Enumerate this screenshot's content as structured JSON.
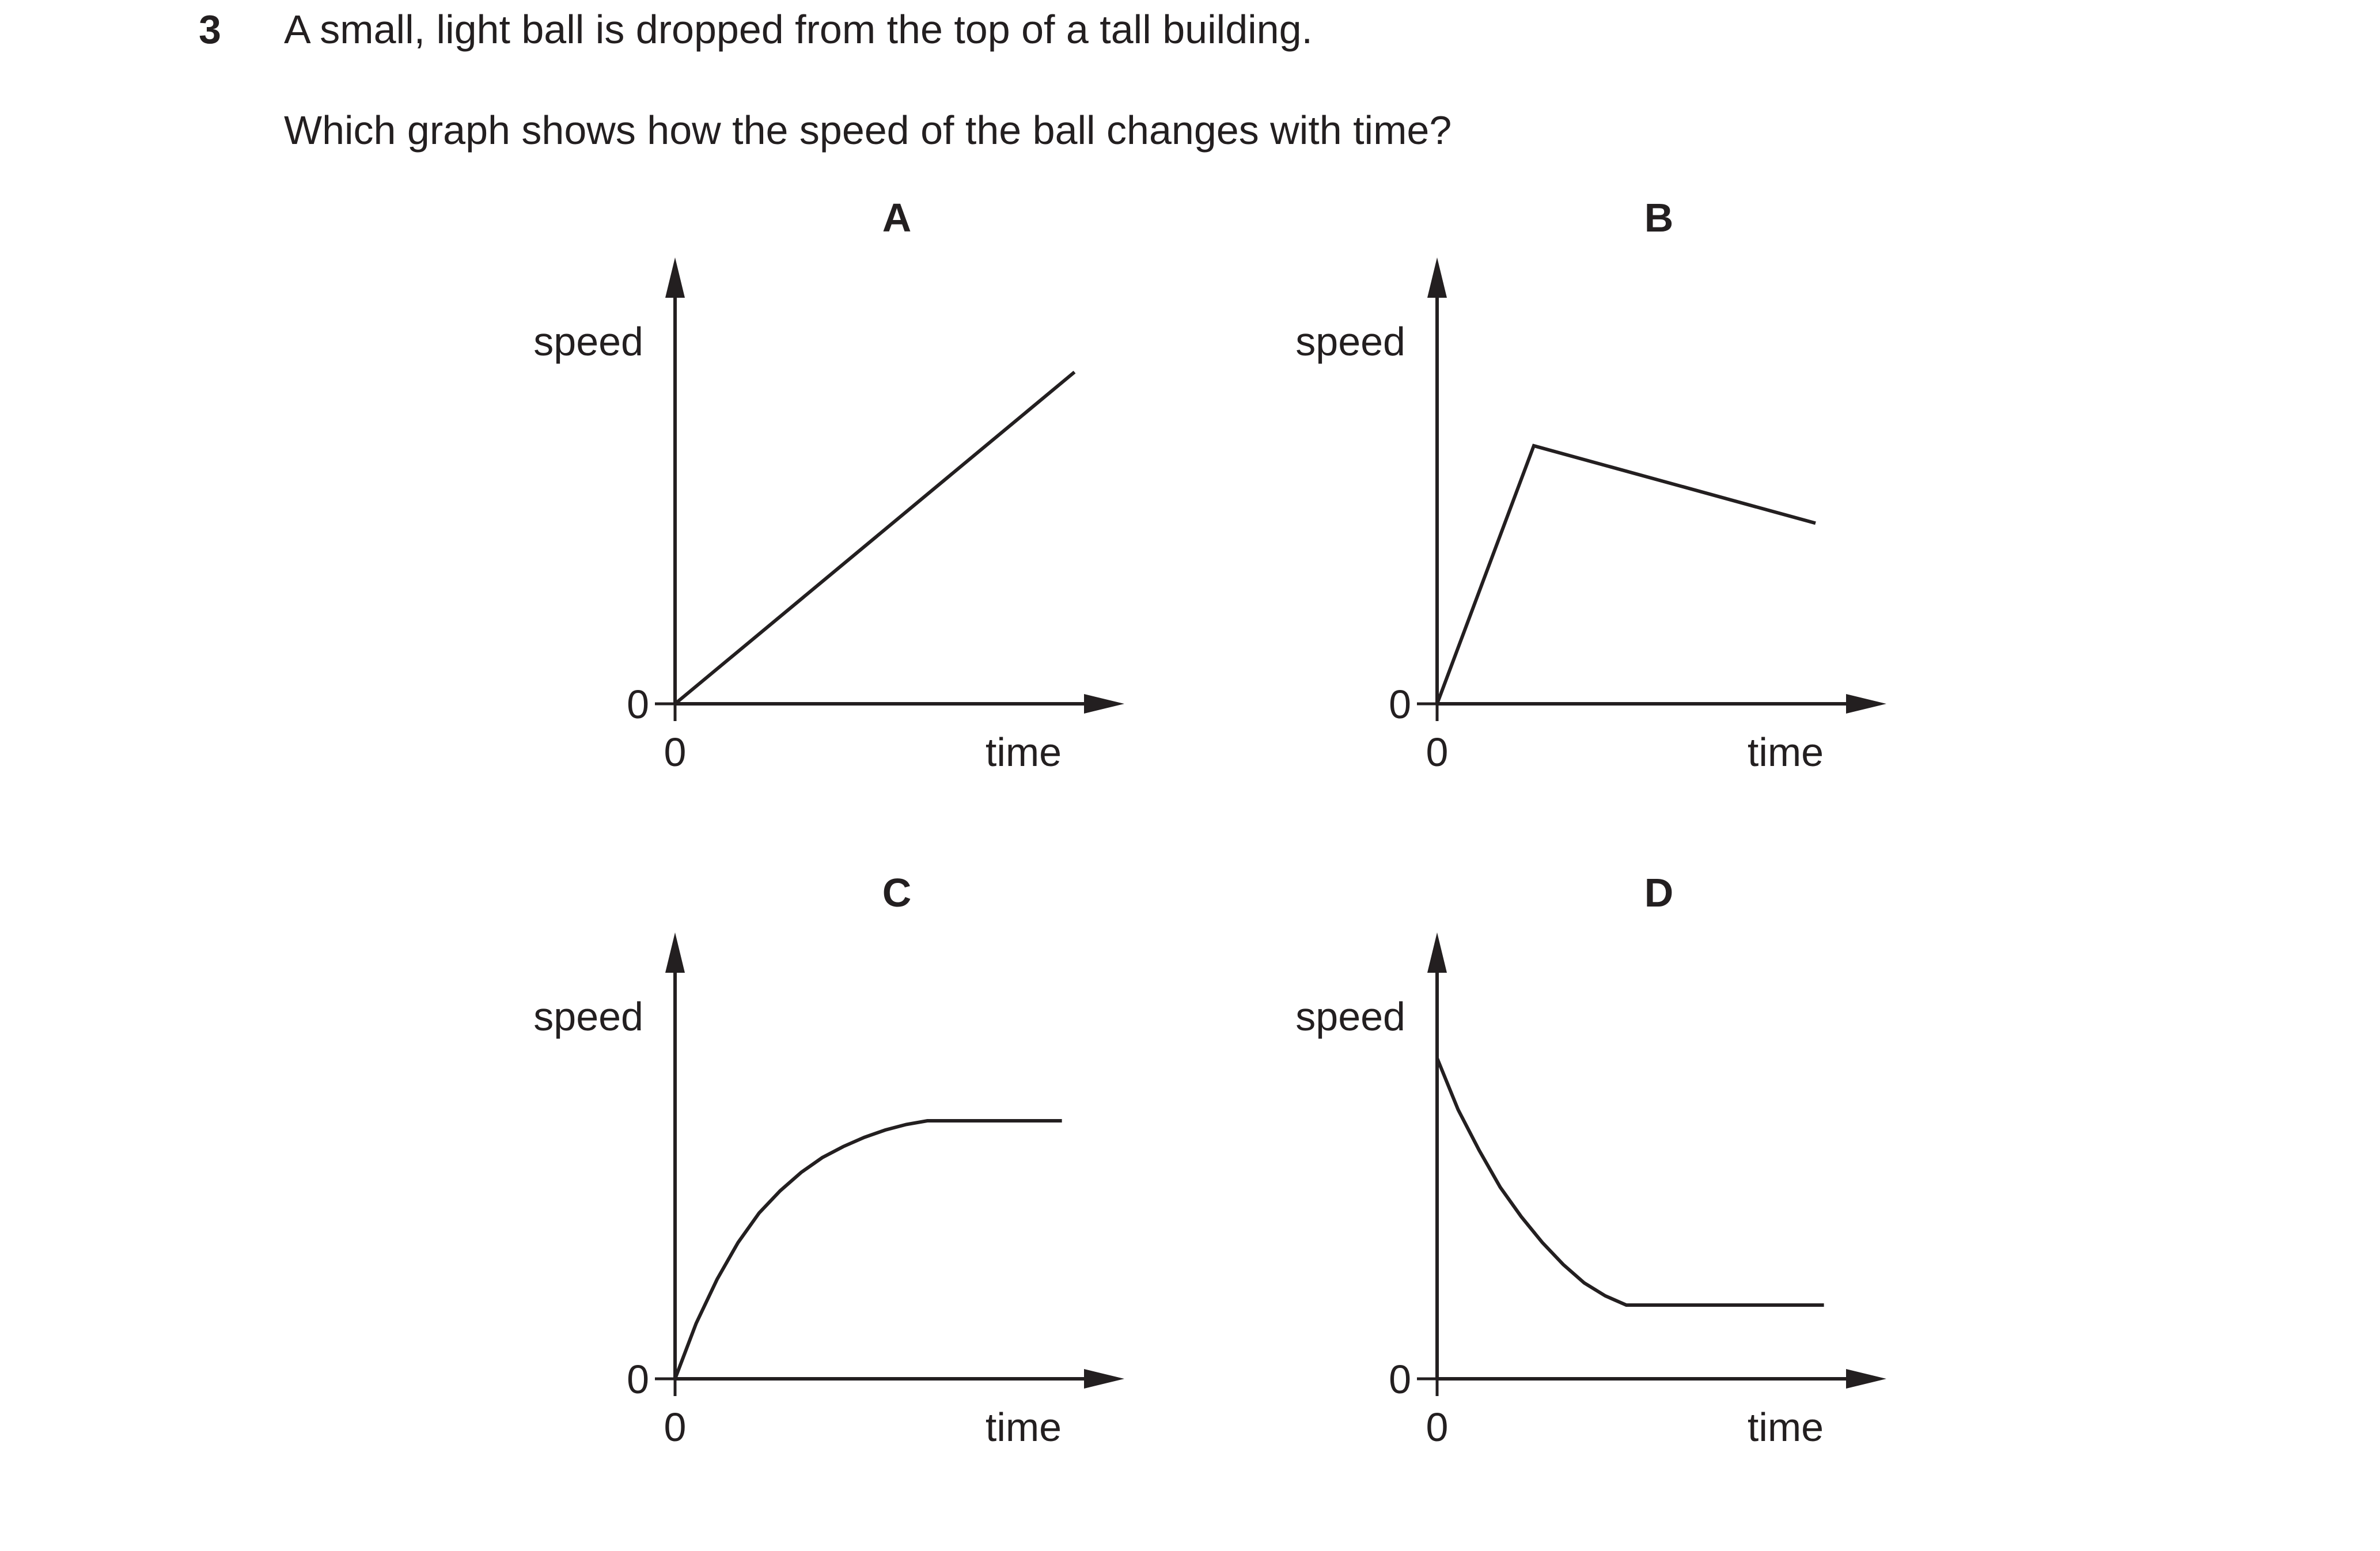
{
  "question": {
    "number": "3",
    "stem": "A small, light ball is dropped from the top of a tall building.",
    "prompt": "Which graph shows how the speed of the ball changes with time?"
  },
  "colors": {
    "ink": "#231f20",
    "background": "#ffffff"
  },
  "chart_data": [
    {
      "type": "line",
      "label": "A",
      "xlabel": "time",
      "ylabel": "speed",
      "x_origin_label": "0",
      "y_origin_label": "0",
      "xlim": [
        0,
        1
      ],
      "ylim": [
        0,
        1
      ],
      "grid": false,
      "series": [
        {
          "x": [
            0,
            0.95
          ],
          "y": [
            0,
            0.9
          ]
        }
      ]
    },
    {
      "type": "line",
      "label": "B",
      "xlabel": "time",
      "ylabel": "speed",
      "x_origin_label": "0",
      "y_origin_label": "0",
      "xlim": [
        0,
        1
      ],
      "ylim": [
        0,
        1
      ],
      "grid": false,
      "series": [
        {
          "x": [
            0,
            0.23,
            0.9
          ],
          "y": [
            0,
            0.7,
            0.49
          ]
        }
      ]
    },
    {
      "type": "line",
      "label": "C",
      "xlabel": "time",
      "ylabel": "speed",
      "x_origin_label": "0",
      "y_origin_label": "0",
      "xlim": [
        0,
        1
      ],
      "ylim": [
        0,
        1
      ],
      "grid": false,
      "series": [
        {
          "x": [
            0,
            0.05,
            0.1,
            0.15,
            0.2,
            0.25,
            0.3,
            0.35,
            0.4,
            0.45,
            0.5,
            0.55,
            0.6,
            0.65,
            0.7,
            0.75,
            0.8,
            0.85,
            0.92
          ],
          "y": [
            0,
            0.15,
            0.27,
            0.37,
            0.45,
            0.51,
            0.56,
            0.6,
            0.63,
            0.655,
            0.675,
            0.69,
            0.7,
            0.7,
            0.7,
            0.7,
            0.7,
            0.7,
            0.7
          ]
        }
      ]
    },
    {
      "type": "line",
      "label": "D",
      "xlabel": "time",
      "ylabel": "speed",
      "x_origin_label": "0",
      "y_origin_label": "0",
      "xlim": [
        0,
        1
      ],
      "ylim": [
        0,
        1
      ],
      "grid": false,
      "series": [
        {
          "x": [
            0,
            0.05,
            0.1,
            0.15,
            0.2,
            0.25,
            0.3,
            0.35,
            0.4,
            0.45,
            0.5,
            0.55,
            0.6,
            0.65,
            0.7,
            0.75,
            0.8,
            0.85,
            0.92
          ],
          "y": [
            0.87,
            0.73,
            0.62,
            0.52,
            0.44,
            0.37,
            0.31,
            0.26,
            0.225,
            0.2,
            0.2,
            0.2,
            0.2,
            0.2,
            0.2,
            0.2,
            0.2,
            0.2,
            0.2
          ]
        }
      ]
    }
  ]
}
